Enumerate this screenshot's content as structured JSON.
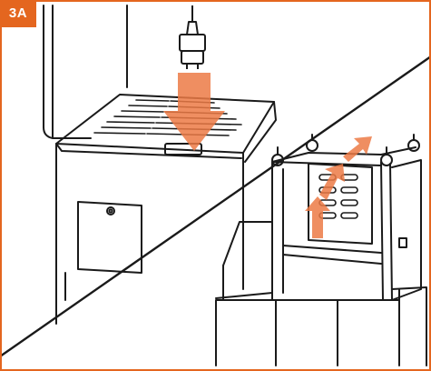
{
  "step": {
    "label": "3A"
  },
  "colors": {
    "accent": "#e4661f",
    "arrow": "#ec7a45",
    "line": "#1a1a1a",
    "background": "#ffffff"
  },
  "panels": [
    {
      "name": "top-left-panel",
      "content": "printer-top-with-power-cord"
    },
    {
      "name": "bottom-right-panel",
      "content": "printer-on-stand-with-wheels"
    }
  ],
  "icons": [
    "power-plug-icon",
    "down-arrow-icon",
    "up-arrow-icon"
  ]
}
